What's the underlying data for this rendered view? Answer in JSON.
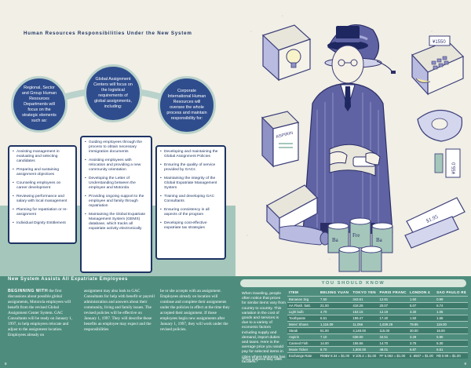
{
  "left_page": {
    "heading": "Human Resources Responsibilities Under the New System",
    "circles": [
      "Regional, Sector and Group Human Resources Departments will focus on the strategic elements such as:",
      "Global Assignment Centers will focus on the logistical requirements of global assignments, including:",
      "Corporate International Human Resources will oversee the whole process and maintain responsibility for:"
    ],
    "boxes": [
      [
        "Assisting management in evaluating and selecting candidates",
        "Preparing and sustaining assignment objectives",
        "Counseling employees on career development",
        "Reviewing performance and salary with local management",
        "Planning for repatriation or re-assignment",
        "Individual Dignity Entitlement"
      ],
      [
        "Guiding employees through the process to obtain necessary immigration documents",
        "Assisting employees with relocation and providing a new community orientation",
        "Developing the Letter of Understanding between the employee and Motorola",
        "Providing ongoing support to the employee and family through repatriation",
        "Maintaining the Global Expatriate Management System (GEMS) database, which tracks all expatriate activity electronically"
      ],
      [
        "Developing and maintaining the Global Assignment Policies",
        "Ensuring the quality of service provided by GACs",
        "Maintaining the integrity of the Global Expatriate Management System",
        "Training and developing GAC Consultants",
        "Ensuring consistency in all aspects of the program",
        "Developing cost-effective expatriate tax strategies"
      ]
    ],
    "section_heading": "New System Assists All Expatriate Employees",
    "col1_lead": "BEGINNING WITH",
    "col1": "the first discussions about possible global assignments, Motorola employees will benefit from the revised Global Assignment Center System. GAC Consultants will be ready on January 1, 1997, to help employees relocate and adjust to the assignment location. Employees already on",
    "col2": "assignment may also look to GAC Consultants for help with benefit or payroll administration and answers about their community, living and family issues.   The revised policies will be effective on January 1, 1997. They will describe those benefits an employee may expect and the responsibilities",
    "col3": "he or she accepts with an assignment. Employees already on location will continue and complete their assignments under the policies in effect at the time they accepted their assignment. If those employees begin new assignments after January 1, 1997, they will work under the revised policies.",
    "page_number": "8"
  },
  "right_page": {
    "illustration_labels": {
      "aspirin": "ASPIRIN",
      "price_tags": [
        "¥1550",
        "$1.95",
        "¥55.0"
      ],
      "cans": [
        "Ba",
        "Fre",
        "Ba"
      ]
    },
    "know_heading": "YOU SHOULD KNOW",
    "know_text": "When traveling, people often notice that prices for similar items vary from country to country. This variation in the cost of goods and services is due to a variety of economic factors including supply and demand, import duties and taxes. Here is the average price you would pay for selected items in cities where Motorola has facilities.*",
    "source": "*Price gathered May 1996",
    "table": {
      "headers": [
        "ITEM",
        "BEIJING YUAN",
        "TOKYO YEN",
        "PARIS FRANC",
        "LONDON £",
        "SAO PAULO R$"
      ],
      "rows": [
        [
          "Bananas 1kg",
          "7.50",
          "343.61",
          "12.91",
          "1.50",
          "0.99"
        ],
        [
          "AA Flash. batt.",
          "21.00",
          "418.28",
          "20.07",
          "5.07",
          "6.74"
        ],
        [
          "Light bulb",
          "4.70",
          "163.15",
          "12.19",
          "3.30",
          "1.05"
        ],
        [
          "Toothpaste",
          "6.51",
          "199.47",
          "17.40",
          "1.50",
          "1.65"
        ],
        [
          "Mens' Shoes",
          "1,116.09",
          "11,056",
          "1,039.29",
          "79.95",
          "119.00"
        ],
        [
          "Steak",
          "51.00",
          "4,148.00",
          "115.00",
          "30.00",
          "16.00"
        ],
        [
          "Aspirin",
          "7.10",
          "638.00",
          "34.51",
          "3.29",
          "5.90"
        ],
        [
          "Canned Fish",
          "14.00",
          "155.56",
          "14.70",
          "3.75",
          "5.30"
        ],
        [
          "Movie Ticket",
          "8.70",
          "1,800.00",
          "48.01",
          "6.87",
          "6.51"
        ],
        [
          "Exchange Rate",
          "RMB¥ 8.34 = $1.00",
          "¥ 105.4 = $1.00",
          "FF 5.062 = $1.00",
          "£ .6507 = $1.00",
          "R$ 0.99 = $1.00"
        ]
      ]
    },
    "page_number": "9"
  },
  "colors": {
    "navy": "#1e3463",
    "circle_blue": "#2f4d8d",
    "teal_dark": "#4e8d7d",
    "teal_light": "#a5c7bb",
    "cream": "#f1efe6",
    "illustration_purple": "#5f63a3"
  }
}
